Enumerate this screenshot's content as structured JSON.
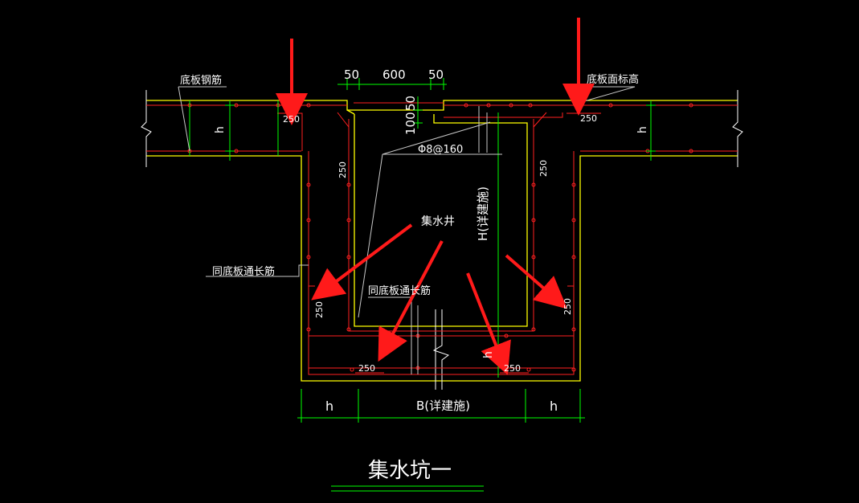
{
  "drawing": {
    "title": "集水坑一",
    "labels": {
      "bottom_slab_rebar": "底板钢筋",
      "slab_top_elevation": "底板面标高",
      "pit_name": "集水井",
      "continuous_rebar_left": "同底板通长筋",
      "continuous_rebar_center": "同底板通长筋",
      "stirrup_spec": "Φ8@160",
      "pit_depth": "H(详建施)",
      "pit_width": "B(详建施)"
    },
    "dimensions": {
      "top_left_50": "50",
      "top_600": "600",
      "top_right_50": "50",
      "vert_50": "50",
      "vert_100": "100",
      "anchor_250": "250",
      "h": "h"
    },
    "colors": {
      "background": "#000000",
      "outline": "#ffff00",
      "rebar": "#ff2020",
      "dimension": "#00ff00",
      "text": "#ffffff",
      "leader": "#c8c8c8",
      "callout_arrow": "#ff1a1a"
    }
  }
}
